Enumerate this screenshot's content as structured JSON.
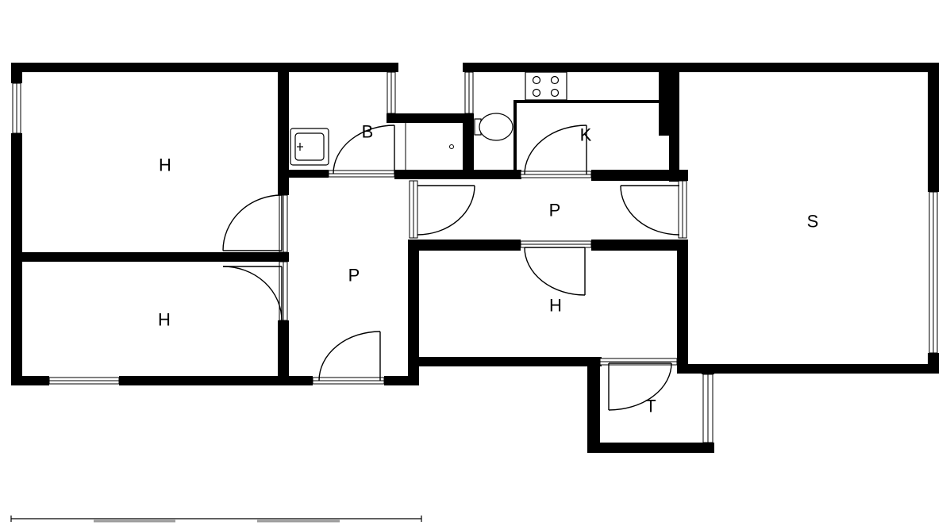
{
  "floorplan": {
    "rooms": [
      {
        "id": "bedroom-top-left",
        "label": "H"
      },
      {
        "id": "bedroom-bottom-left",
        "label": "H"
      },
      {
        "id": "hall-left",
        "label": "P"
      },
      {
        "id": "bathroom",
        "label": "B"
      },
      {
        "id": "kitchen",
        "label": "K"
      },
      {
        "id": "corridor",
        "label": "P"
      },
      {
        "id": "bedroom-middle",
        "label": "H"
      },
      {
        "id": "living-room",
        "label": "S"
      },
      {
        "id": "balcony",
        "label": "T"
      }
    ],
    "fixtures": [
      "washbasin",
      "shower-drain",
      "toilet",
      "stove"
    ],
    "scale_bar": {
      "segments": 5
    }
  }
}
